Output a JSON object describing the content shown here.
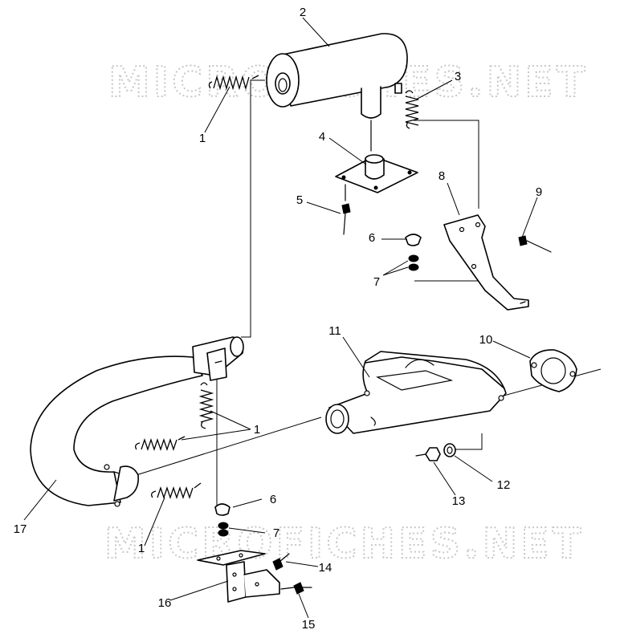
{
  "watermarks": [
    "MICROFICHES.NET",
    "MICROFICHES.NET"
  ],
  "callouts": {
    "c1a": "1",
    "c1b": "1",
    "c1c": "1",
    "c2": "2",
    "c3": "3",
    "c4": "4",
    "c5": "5",
    "c6a": "6",
    "c6b": "6",
    "c7a": "7",
    "c7b": "7",
    "c8": "8",
    "c9": "9",
    "c10": "10",
    "c11": "11",
    "c12": "12",
    "c13": "13",
    "c14": "14",
    "c15": "15",
    "c16": "16",
    "c17": "17"
  }
}
